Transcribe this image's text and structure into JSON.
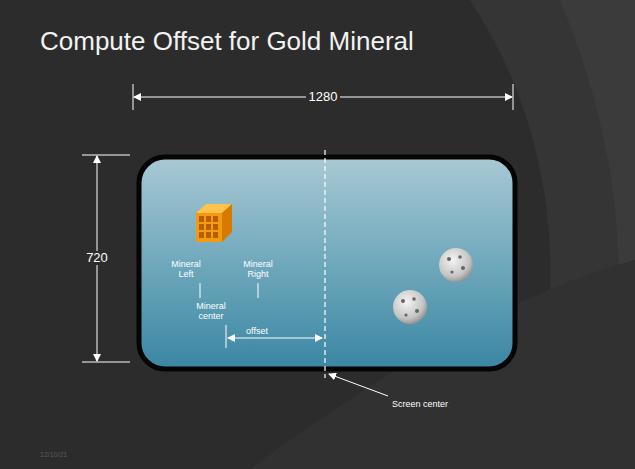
{
  "diagram": {
    "title": "Compute Offset for Gold Mineral",
    "labels": [
      "1280",
      "720",
      "Mineral Left",
      "Mineral Right",
      "Mineral center",
      "offset",
      "Screen center",
      "12/10/21"
    ]
  }
}
